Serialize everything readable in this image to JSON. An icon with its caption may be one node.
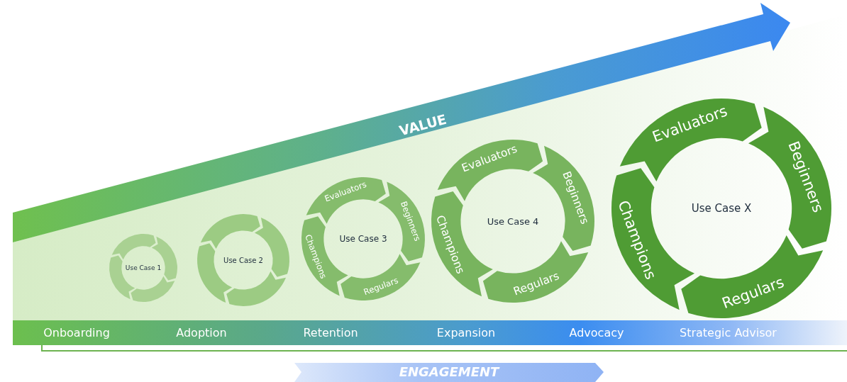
{
  "diagram": {
    "nodes": [
      {
        "text": [
          "VALUE"
        ]
      },
      {
        "text": [
          "Use Case 1"
        ]
      },
      {
        "text": [],
        "shape": "arrow",
        "in": 1
      },
      {
        "text": [],
        "shape": "arrow",
        "in": 1
      },
      {
        "text": [],
        "shape": "arrow",
        "in": 1
      },
      {
        "text": [],
        "shape": "arrow",
        "in": 1
      },
      {
        "text": [
          "Use Case 2"
        ]
      },
      {
        "text": [],
        "shape": "arrow",
        "in": 6
      },
      {
        "text": [],
        "shape": "arrow",
        "in": 6
      },
      {
        "text": [],
        "shape": "arrow",
        "in": 6
      },
      {
        "text": [],
        "shape": "arrow",
        "in": 6
      },
      {
        "text": [
          "Use Case 3"
        ]
      },
      {
        "text": [
          "Evaluators"
        ],
        "in": 11
      },
      {
        "text": [
          "Beginners"
        ],
        "in": 11
      },
      {
        "text": [
          "Champions"
        ],
        "in": 11
      },
      {
        "text": [
          "Regulars"
        ],
        "in": 11
      },
      {
        "text": [
          "Use Case 4"
        ]
      },
      {
        "text": [
          "Evaluators"
        ],
        "in": 16
      },
      {
        "text": [
          "Beginners"
        ],
        "in": 16
      },
      {
        "text": [
          "Champions"
        ],
        "in": 16
      },
      {
        "text": [
          "Regulars"
        ],
        "in": 16
      },
      {
        "text": [
          "Use Case X"
        ]
      },
      {
        "text": [
          "Evaluators"
        ],
        "in": 21
      },
      {
        "text": [
          "Beginners"
        ],
        "in": 21
      },
      {
        "text": [
          "Champions"
        ],
        "in": 21
      },
      {
        "text": [
          "Regulars"
        ],
        "in": 21
      },
      {
        "text": [
          "Onboarding",
          "Adoption",
          "Retention",
          "Expansion",
          "Advocacy",
          "Strategic Advisor"
        ]
      },
      {
        "text": [
          "ENGAGEMENT"
        ]
      }
    ]
  }
}
